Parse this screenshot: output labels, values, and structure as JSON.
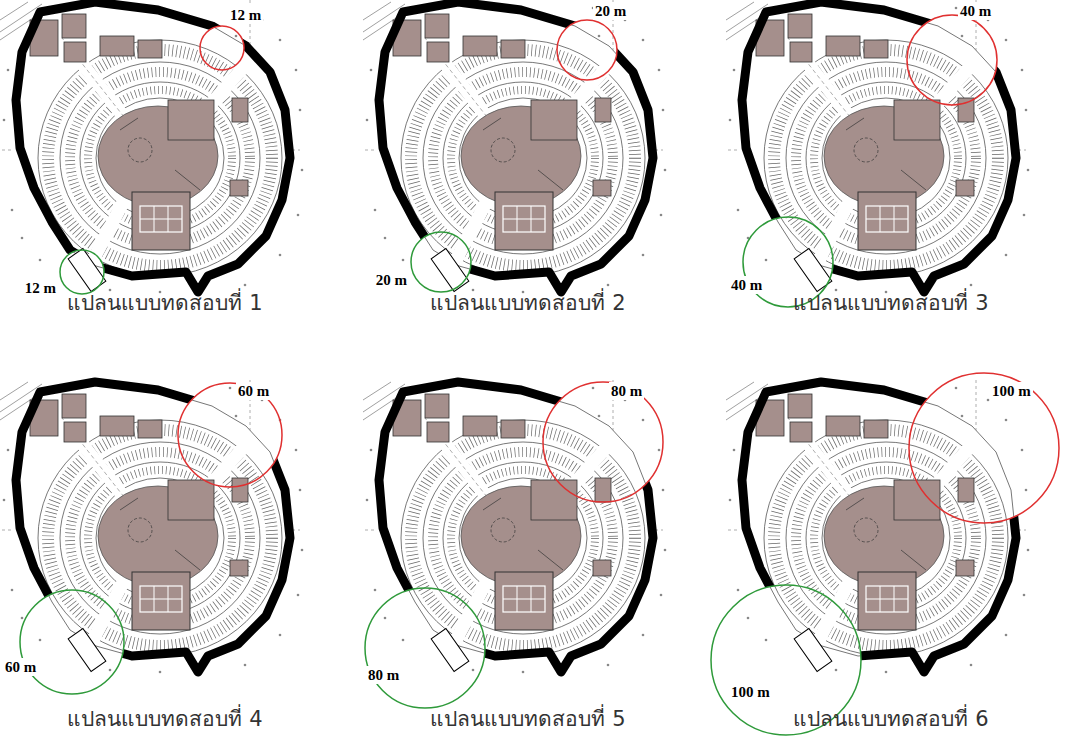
{
  "diagram": {
    "labels": [
      "12 m",
      "12 m",
      "แปลนแบบทดสอบที่ 1",
      "20 m",
      "20 m",
      "แปลนแบบทดสอบที่ 2",
      "40 m",
      "40 m",
      "แปลนแบบทดสอบที่ 3",
      "60 m",
      "60 m",
      "แปลนแบบทดสอบที่ 4",
      "80 m",
      "80 m",
      "แปลนแบบทดสอบที่ 5",
      "100 m",
      "100 m",
      "แปลนแบบทดสอบที่ 6"
    ]
  }
}
